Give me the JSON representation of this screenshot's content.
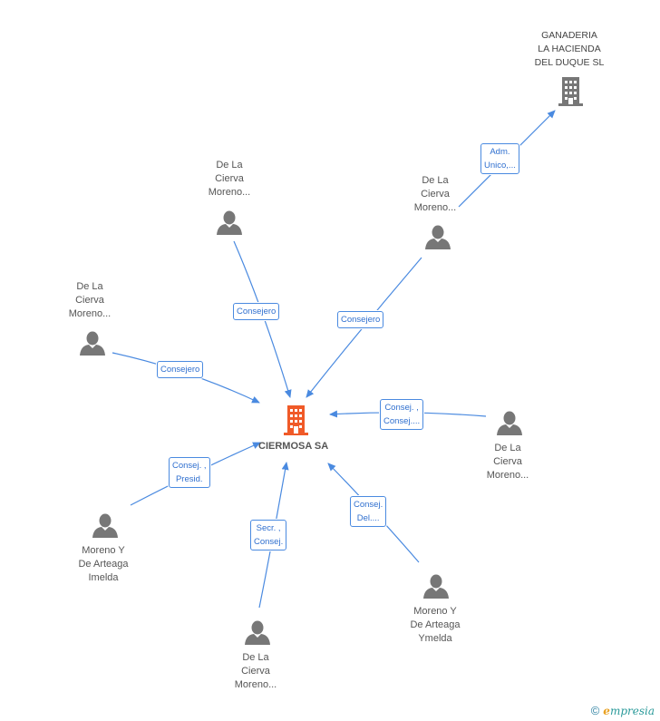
{
  "center": {
    "name": "CIERMOSA SA"
  },
  "companies": [
    {
      "name_lines": [
        "GANADERIA",
        "LA HACIENDA",
        "DEL DUQUE  SL"
      ]
    }
  ],
  "persons": [
    {
      "name_lines": [
        "De La",
        "Cierva",
        "Moreno..."
      ]
    },
    {
      "name_lines": [
        "De La",
        "Cierva",
        "Moreno..."
      ]
    },
    {
      "name_lines": [
        "De La",
        "Cierva",
        "Moreno..."
      ]
    },
    {
      "name_lines": [
        "De La",
        "Cierva",
        "Moreno..."
      ]
    },
    {
      "name_lines": [
        "Moreno Y",
        "De Arteaga",
        "Imelda"
      ]
    },
    {
      "name_lines": [
        "De La",
        "Cierva",
        "Moreno..."
      ]
    },
    {
      "name_lines": [
        "Moreno Y",
        "De Arteaga",
        "Ymelda"
      ]
    }
  ],
  "edges": [
    {
      "lines": [
        "Adm.",
        "Unico,..."
      ]
    },
    {
      "lines": [
        "Consejero"
      ]
    },
    {
      "lines": [
        "Consejero"
      ]
    },
    {
      "lines": [
        "Consejero"
      ]
    },
    {
      "lines": [
        "Consej. ,",
        "Consej...."
      ]
    },
    {
      "lines": [
        "Consej. ,",
        "Presid."
      ]
    },
    {
      "lines": [
        "Secr. ,",
        "Consej."
      ]
    },
    {
      "lines": [
        "Consej.",
        "Del...."
      ]
    }
  ],
  "footer": {
    "copyright_symbol": "©",
    "brand_initial": "e",
    "brand_rest": "mpresia"
  },
  "colors": {
    "edge": "#4a8ae0",
    "center_icon": "#f05a28",
    "node_icon": "#777777"
  }
}
